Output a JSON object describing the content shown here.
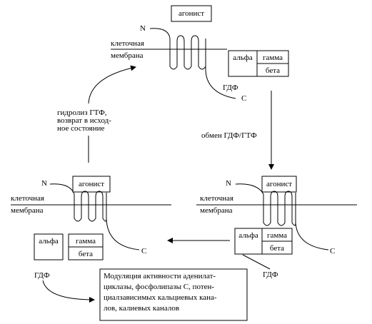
{
  "labels": {
    "agonist": "агонист",
    "n": "N",
    "c": "C",
    "membrane_line1": "клеточная",
    "membrane_line2": "мембрана",
    "alpha": "альфа",
    "gamma": "гамма",
    "beta": "бета",
    "gdp": "ГДФ"
  },
  "arrows": {
    "exchange": "обмен ГДФ/ГТФ",
    "hydrolysis_line1": "гидролиз  ГТФ,",
    "hydrolysis_line2": "возврат в  исход-",
    "hydrolysis_line3": "ное состояние"
  },
  "effect_box": {
    "line1": "Модуляция активности аденилат-",
    "line2": "циклазы, фосфолипазы С, потен-",
    "line3": "циалзависимых кальциевых  кана-",
    "line4": "лов, калиевых каналов"
  }
}
